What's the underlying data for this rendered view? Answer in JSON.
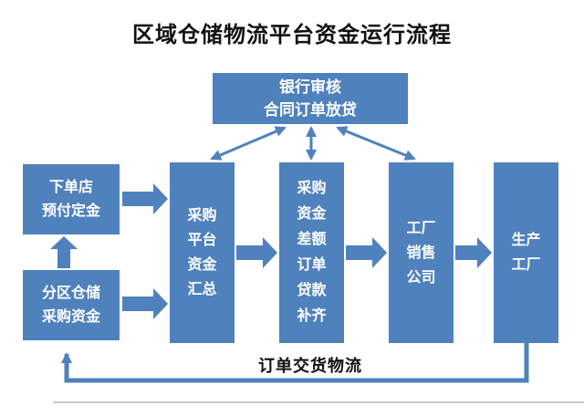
{
  "title": "区域仓储物流平台资金运行流程",
  "boxes": {
    "bank": "银行审核\n合同订单放贷",
    "order_store": "下单店\n预付定金",
    "zone_warehouse": "分区仓储\n采购资金",
    "platform_funds": "采购\n平台\n资金\n汇总",
    "fund_gap": "采购\n资金\n差额\n订单\n贷款\n补齐",
    "factory_sales": "工厂\n销售\n公司",
    "production_factory": "生产\n工厂"
  },
  "labels": {
    "delivery_flow": "订单交货物流"
  },
  "colors": {
    "box_fill": "#4f81bd",
    "arrow_fill": "#4f81bd",
    "box_text": "#ffffff",
    "heading_text": "#111111"
  }
}
